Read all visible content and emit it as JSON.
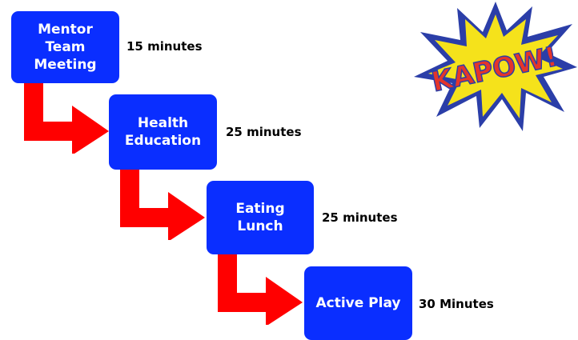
{
  "steps": [
    {
      "label_lines": [
        "Mentor",
        "Team",
        "Meeting"
      ],
      "duration": "15 minutes"
    },
    {
      "label_lines": [
        "Health",
        "Education"
      ],
      "duration": "25 minutes"
    },
    {
      "label_lines": [
        "Eating",
        "Lunch"
      ],
      "duration": "25 minutes"
    },
    {
      "label_lines": [
        "Active Play"
      ],
      "duration": "30 Minutes"
    }
  ],
  "burst": {
    "text": "KAPOW!"
  },
  "colors": {
    "box": "#0a2eff",
    "arrow": "#ff0000",
    "burst_outer": "#2b3ea8",
    "burst_inner": "#f5e21b",
    "burst_text": "#e4352a"
  }
}
